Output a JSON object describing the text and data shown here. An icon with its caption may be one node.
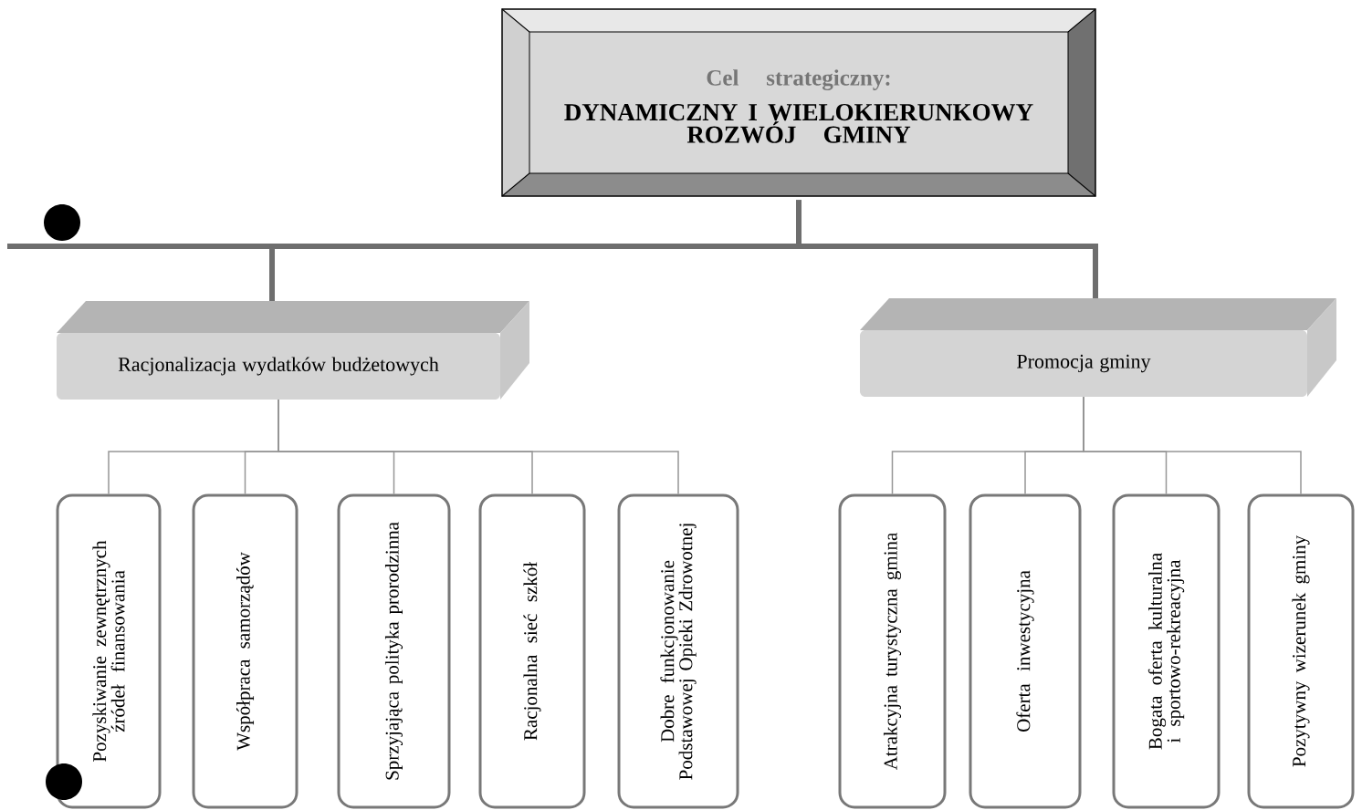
{
  "diagram": {
    "nodes": [
      {
        "text": [
          "Cel strategiczny:",
          "DYNAMICZNY I WIELOKIERUNKOWY ROZWÓJ GMINY"
        ]
      },
      {
        "text": [
          "Racjonalizacja wydatków budżetowych"
        ]
      },
      {
        "text": [
          "Promocja gminy"
        ]
      },
      {
        "text": [
          "Pozyskiwanie zewnętrznych źródeł finansowania"
        ]
      },
      {
        "text": [
          "Współpraca samorządów"
        ]
      },
      {
        "text": [
          "Sprzyjająca polityka prorodzinna"
        ]
      },
      {
        "text": [
          "Racjonalna sieć szkół"
        ]
      },
      {
        "text": [
          "Dobre funkcjonowanie Podstawowej Opieki Zdrowotnej"
        ]
      },
      {
        "text": [
          "Atrakcyjna turystyczna gmina"
        ]
      },
      {
        "text": [
          "Oferta inwestycyjna"
        ]
      },
      {
        "text": [
          "Bogata oferta kulturalna i sportowo-rekreacyjna"
        ]
      },
      {
        "text": [
          "Pozytywny wizerunek gminy"
        ]
      }
    ],
    "edges": [
      {
        "from": 0,
        "to": 1,
        "arrow": "none",
        "style": "thick"
      },
      {
        "from": 0,
        "to": 2,
        "arrow": "none",
        "style": "thick"
      },
      {
        "from": 1,
        "to": 3,
        "arrow": "none"
      },
      {
        "from": 1,
        "to": 4,
        "arrow": "none"
      },
      {
        "from": 1,
        "to": 5,
        "arrow": "none"
      },
      {
        "from": 1,
        "to": 6,
        "arrow": "none"
      },
      {
        "from": 1,
        "to": 7,
        "arrow": "none"
      },
      {
        "from": 2,
        "to": 8,
        "arrow": "none"
      },
      {
        "from": 2,
        "to": 9,
        "arrow": "none"
      },
      {
        "from": 2,
        "to": 10,
        "arrow": "none"
      },
      {
        "from": 2,
        "to": 11,
        "arrow": "none"
      }
    ]
  }
}
